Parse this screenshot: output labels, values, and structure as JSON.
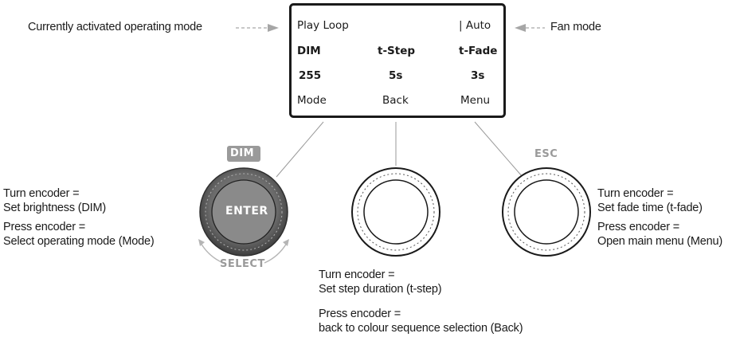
{
  "display": {
    "mode_line": "Play Loop",
    "fan_line": "| Auto",
    "headers": [
      "DIM",
      "t-Step",
      "t-Fade"
    ],
    "values": [
      "255",
      "5s",
      "3s"
    ],
    "softkeys": [
      "Mode",
      "Back",
      "Menu"
    ]
  },
  "callouts": {
    "mode": "Currently activated operating mode",
    "fan": "Fan mode"
  },
  "encoders": {
    "left": {
      "top_tag": "DIM",
      "center_tag": "ENTER",
      "bottom_tag": "SELECT",
      "turn_title": "Turn encoder =",
      "turn_action": "Set brightness (DIM)",
      "press_title": "Press encoder =",
      "press_action": "Select operating mode (Mode)"
    },
    "middle": {
      "turn_title": "Turn encoder =",
      "turn_action": "Set step duration (t-step)",
      "press_title": "Press encoder =",
      "press_action": "back to colour sequence selection (Back)"
    },
    "right": {
      "top_tag": "ESC",
      "turn_title": "Turn encoder =",
      "turn_action": "Set fade time (t-fade)",
      "press_title": "Press encoder =",
      "press_action": "Open main menu (Menu)"
    }
  },
  "colors": {
    "arrow_gray": "#a6a6a6",
    "knob_dark": "#4d4d4d",
    "knob_light": "#7a7a7a",
    "tag_gray": "#9a9a9a",
    "border": "#1a1a1a"
  }
}
